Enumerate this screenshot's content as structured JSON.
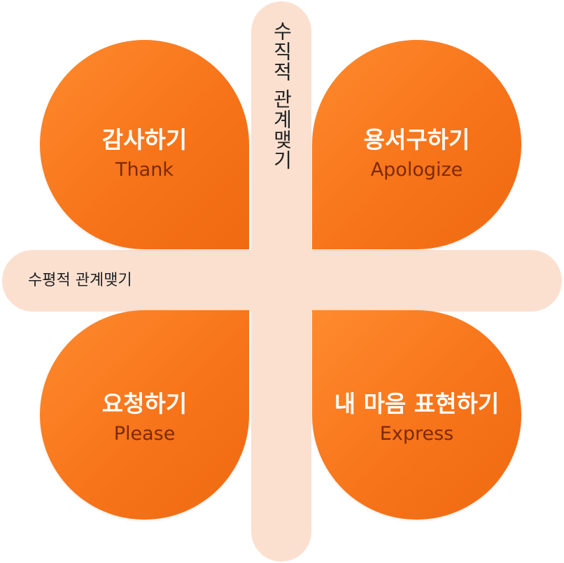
{
  "vertical_axis": {
    "label": "수직적 관계맺기"
  },
  "horizontal_axis": {
    "label": "수평적 관계맺기"
  },
  "quadrants": {
    "top_left": {
      "title": "감사하기",
      "subtitle": "Thank"
    },
    "top_right": {
      "title": "용서구하기",
      "subtitle": "Apologize"
    },
    "bottom_left": {
      "title": "요청하기",
      "subtitle": "Please"
    },
    "bottom_right": {
      "title": "내 마음 표현하기",
      "subtitle": "Express"
    }
  },
  "colors": {
    "petal_fill": "#f7741a",
    "axis_bar": "#fbe0d0",
    "title_text": "#ffffff",
    "subtitle_text": "#7a2a06"
  }
}
